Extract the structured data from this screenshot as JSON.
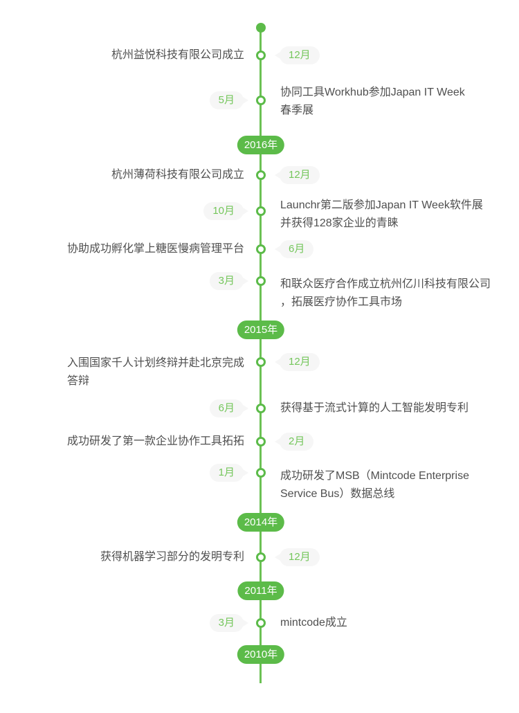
{
  "colors": {
    "accent_green": "#5cbb49",
    "line_green": "#6bc154",
    "month_text_green": "#74c65b",
    "month_badge_bg": "#f6f6f6",
    "event_text": "#4f4f4f",
    "year_text": "#ffffff",
    "background": "#ffffff"
  },
  "timeline": {
    "events": [
      {
        "month": "12月",
        "text": "杭州益悦科技有限公司成立",
        "side": "left"
      },
      {
        "month": "5月",
        "text": "协同工具Workhub参加Japan IT Week\n春季展",
        "side": "right"
      },
      {
        "month": "12月",
        "text": "杭州薄荷科技有限公司成立",
        "side": "left"
      },
      {
        "month": "10月",
        "text": "Launchr第二版参加Japan IT Week软件展\n并获得128家企业的青睐",
        "side": "right"
      },
      {
        "month": "6月",
        "text": "协助成功孵化掌上糖医慢病管理平台",
        "side": "left"
      },
      {
        "month": "3月",
        "text": "和联众医疗合作成立杭州亿川科技有限公司\n，拓展医疗协作工具市场",
        "side": "right"
      },
      {
        "month": "12月",
        "text": "入围国家千人计划终辩并赴北京完成\n答辩",
        "side": "left"
      },
      {
        "month": "6月",
        "text": "获得基于流式计算的人工智能发明专利",
        "side": "right"
      },
      {
        "month": "2月",
        "text": "成功研发了第一款企业协作工具拓拓",
        "side": "left"
      },
      {
        "month": "1月",
        "text": "成功研发了MSB（Mintcode Enterprise\nService Bus）数据总线",
        "side": "right"
      },
      {
        "month": "12月",
        "text": "获得机器学习部分的发明专利",
        "side": "left"
      },
      {
        "month": "3月",
        "text": "mintcode成立",
        "side": "right"
      }
    ],
    "years": [
      {
        "label": "2016年"
      },
      {
        "label": "2015年"
      },
      {
        "label": "2014年"
      },
      {
        "label": "2011年"
      },
      {
        "label": "2010年"
      }
    ]
  }
}
